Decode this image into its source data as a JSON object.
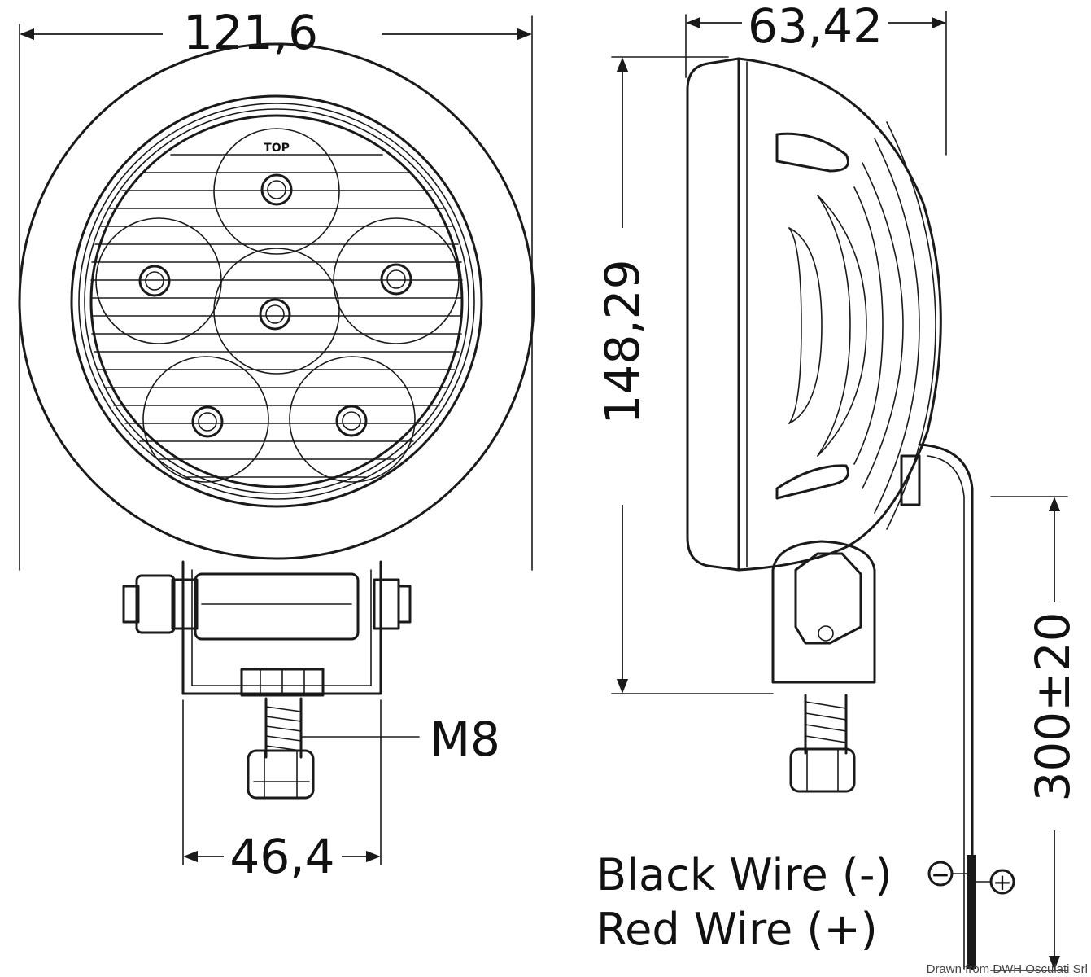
{
  "front_view": {
    "width_label": "121,6",
    "bracket_label": "46,4",
    "thread_label": "M8",
    "top_mark": "TOP"
  },
  "side_view": {
    "depth_label": "63,42",
    "height_label": "148,29",
    "cable_label": "300±20",
    "wire_black": "Black Wire (-)",
    "wire_red": "Red Wire (+)",
    "minus_symbol": "−",
    "plus_symbol": "+"
  },
  "credit": "Drawn from DWH Osculati Srl"
}
